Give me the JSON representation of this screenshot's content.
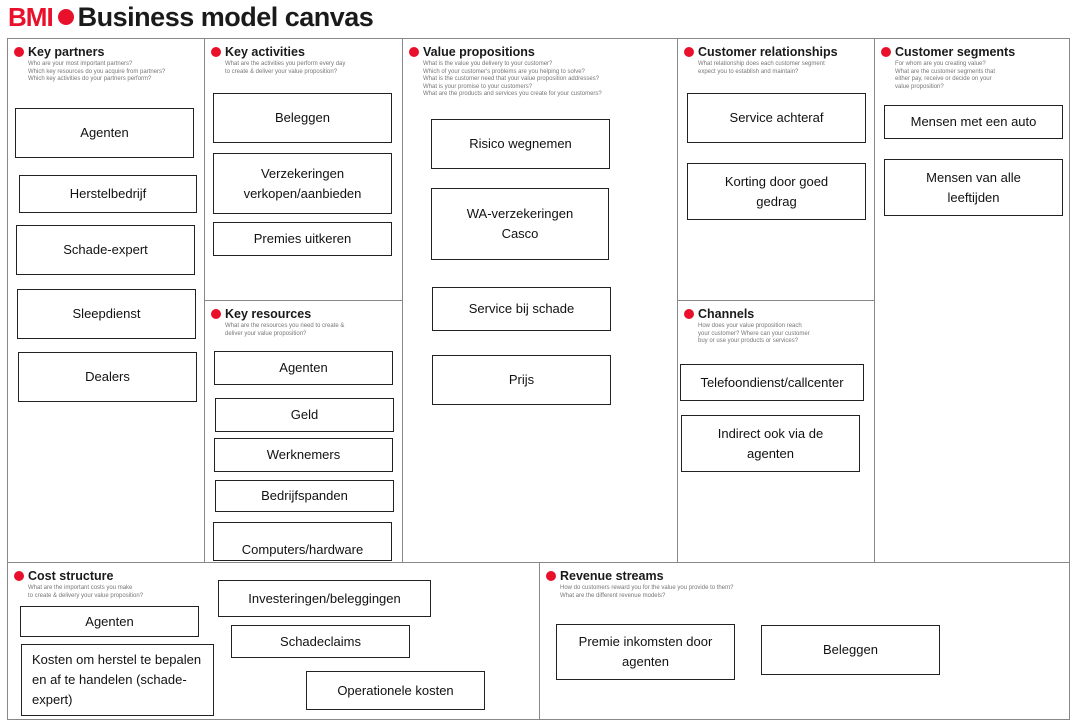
{
  "header": {
    "brand": "BM",
    "brand_i": "I",
    "title": "Business model canvas"
  },
  "sections": {
    "key_partners": {
      "title": "Key partners",
      "desc": [
        "Who are your most important partners?",
        "Which key resources do you acquire from partners?",
        "Which key activities do your partners perform?"
      ]
    },
    "key_activities": {
      "title": "Key activities",
      "desc": [
        "What are the activities you perform every day",
        "to create & deliver your value proposition?"
      ]
    },
    "key_resources": {
      "title": "Key resources",
      "desc": [
        "What are the resources you need to create &",
        "deliver your value proposition?"
      ]
    },
    "value_propositions": {
      "title": "Value propositions",
      "desc": [
        "What is the value you delivery to your customer?",
        "Which of your customer's problems are you helping to solve?",
        "What is the customer need that your value proposition addresses?",
        "What is your promise to your customers?",
        "What are the products and services you create for your customers?"
      ]
    },
    "customer_relationships": {
      "title": "Customer relationships",
      "desc": [
        "What relationship does each customer segment",
        "expect you to establish and maintain?"
      ]
    },
    "channels": {
      "title": "Channels",
      "desc": [
        "How does your value proposition reach",
        "your customer? Where can your customer",
        "buy or use your products or services?"
      ]
    },
    "customer_segments": {
      "title": "Customer segments",
      "desc": [
        "For whom are you creating value?",
        "What are the customer segments that",
        "either pay, receive or decide on your",
        "value proposition?"
      ]
    },
    "cost_structure": {
      "title": "Cost structure",
      "desc": [
        "What are the important costs you make",
        "to create & delivery your value proposition?"
      ]
    },
    "revenue_streams": {
      "title": "Revenue streams",
      "desc": [
        "How do customers reward you for the value you provide to them?",
        "What are the different revenue models?"
      ]
    }
  },
  "cards": {
    "kp": [
      "Agenten",
      "Herstelbedrijf",
      "Schade-expert",
      "Sleepdienst",
      "Dealers"
    ],
    "ka": [
      "Beleggen",
      "Verzekeringen verkopen/aanbieden",
      "Premies uitkeren"
    ],
    "kr": [
      "Agenten",
      "Geld",
      "Werknemers",
      "Bedrijfspanden",
      "Computers/hardware"
    ],
    "vp": [
      "Risico wegnemen",
      "WA-verzekeringen Casco",
      "Service bij schade",
      "Prijs"
    ],
    "cr": [
      "Service achteraf",
      "Korting door goed gedrag"
    ],
    "ch": [
      "Telefoondienst/callcenter",
      "Indirect ook via de agenten"
    ],
    "cs": [
      "Mensen met een auto",
      "Mensen van alle leeftijden"
    ],
    "cost": [
      "Investeringen/beleggingen",
      "Agenten",
      "Schadeclaims",
      "Kosten om herstel te bepalen en af te handelen (schade-expert)",
      "Operationele kosten"
    ],
    "rev": [
      "Premie inkomsten door agenten",
      "Beleggen"
    ]
  }
}
